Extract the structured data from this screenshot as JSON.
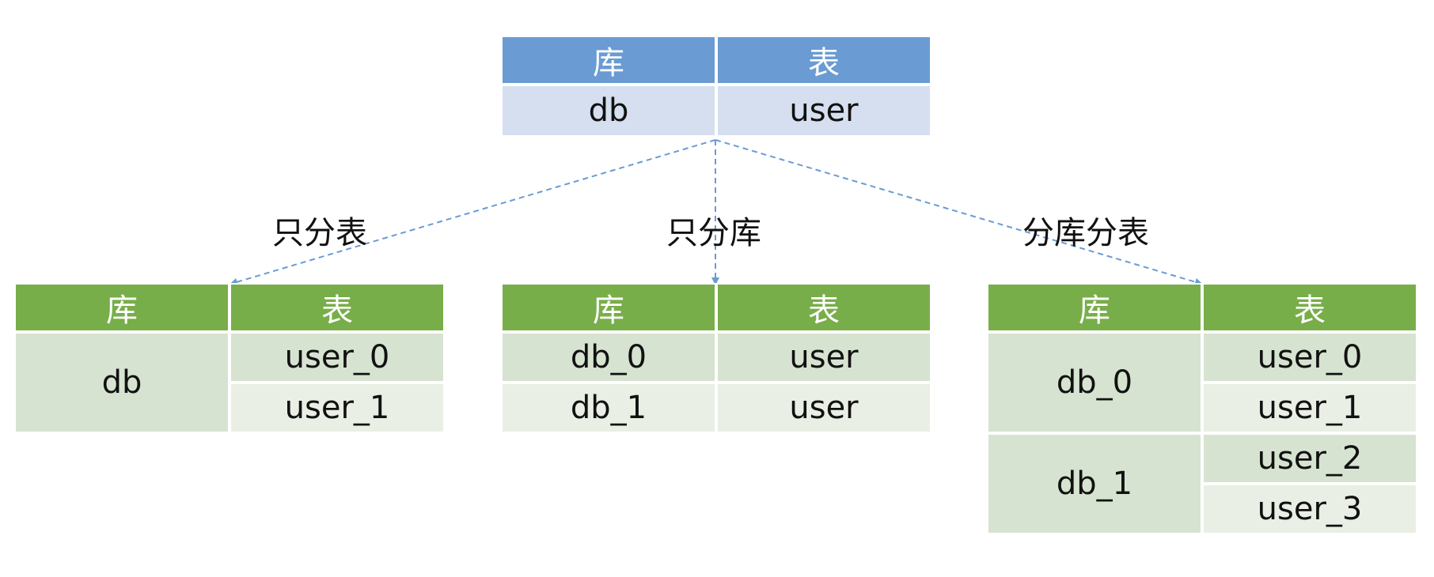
{
  "colors": {
    "blue_header": "#6a9bd3",
    "blue_cell": "#d5dfef",
    "green_header": "#78ae49",
    "green_cell_dark": "#d7e3d1",
    "green_cell_light": "#e9efe5",
    "connector": "#6a9bd3"
  },
  "source_table": {
    "header_db": "库",
    "header_table": "表",
    "db": "db",
    "table": "user"
  },
  "labels": {
    "table_only": "只分表",
    "db_only": "只分库",
    "db_and_table": "分库分表"
  },
  "table_only": {
    "header_db": "库",
    "header_table": "表",
    "db": "db",
    "tables": [
      "user_0",
      "user_1"
    ]
  },
  "db_only": {
    "header_db": "库",
    "header_table": "表",
    "rows": [
      {
        "db": "db_0",
        "table": "user"
      },
      {
        "db": "db_1",
        "table": "user"
      }
    ]
  },
  "db_and_table": {
    "header_db": "库",
    "header_table": "表",
    "groups": [
      {
        "db": "db_0",
        "tables": [
          "user_0",
          "user_1"
        ]
      },
      {
        "db": "db_1",
        "tables": [
          "user_2",
          "user_3"
        ]
      }
    ]
  }
}
